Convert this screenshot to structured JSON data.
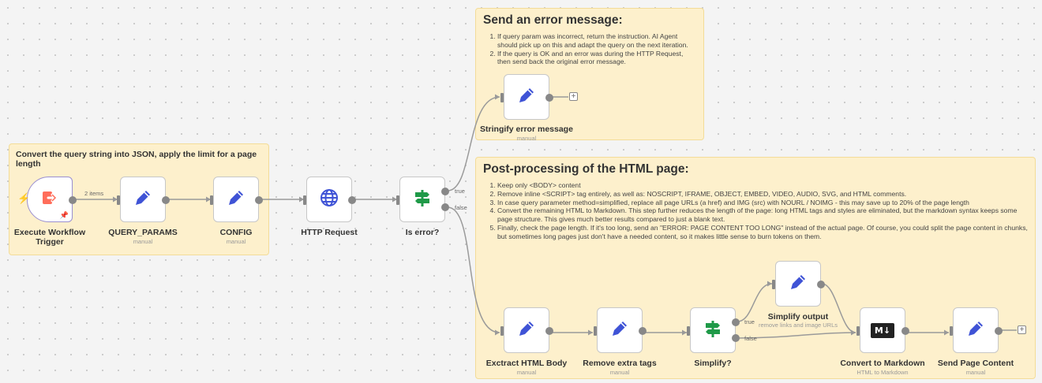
{
  "colors": {
    "sticky_bg": "#fdf0cc",
    "pen_icon": "#3f53d6",
    "if_icon": "#1f9a48",
    "trigger_icon": "#ff6d5a",
    "globe_icon": "#3f53d6"
  },
  "notes": {
    "convert": {
      "title": "Convert the query string into JSON, apply the limit for a page length"
    },
    "error": {
      "title": "Send an error message:",
      "items": [
        "If query param was incorrect, return the instruction. AI Agent should pick up on this and adapt the query on the next iteration.",
        "If the query is OK and an error was during the HTTP Request, then send back the original error message."
      ]
    },
    "post": {
      "title": "Post-processing of the HTML page:",
      "items": [
        "Keep only <BODY> content",
        "Remove inline <SCRIPT> tag entirely, as well as: NOSCRIPT, IFRAME, OBJECT, EMBED, VIDEO, AUDIO, SVG, and HTML comments.",
        "In case query parameter method=simplified, replace all page URLs (a href) and IMG (src) with NOURL / NOIMG - this may save up to 20% of the page length",
        "Convert the remaining HTML to Markdown. This step further reduces the length of the page: long HTML tags and styles are eliminated, but the markdown syntax keeps some page structure. This gives much better results compared to just a blank text.",
        "Finally, check the page length. If it's too long, send an \"ERROR: PAGE CONTENT TOO LONG\" instead of the actual page. Of course, you could split the page content in chunks, but sometimes long pages just don't have a needed content, so it makes little sense to burn tokens on them."
      ]
    }
  },
  "nodes": {
    "trigger": {
      "label": "Execute Workflow Trigger",
      "icon": "sign-in-icon"
    },
    "query_params": {
      "label": "QUERY_PARAMS",
      "sub": "manual",
      "icon": "pen-icon"
    },
    "config": {
      "label": "CONFIG",
      "sub": "manual",
      "icon": "pen-icon"
    },
    "http": {
      "label": "HTTP Request",
      "icon": "globe-icon"
    },
    "is_error": {
      "label": "Is error?",
      "icon": "signpost-icon"
    },
    "stringify": {
      "label": "Stringify error message",
      "sub": "manual",
      "icon": "pen-icon"
    },
    "extract": {
      "label": "Exctract HTML Body",
      "sub": "manual",
      "icon": "pen-icon"
    },
    "remove": {
      "label": "Remove extra tags",
      "sub": "manual",
      "icon": "pen-icon"
    },
    "simplify_q": {
      "label": "Simplify?",
      "icon": "signpost-icon"
    },
    "simplify_out": {
      "label": "Simplify output",
      "sub": "remove links and image URLs",
      "icon": "pen-icon"
    },
    "to_md": {
      "label": "Convert to Markdown",
      "sub": "HTML to Markdown",
      "icon": "M↓"
    },
    "send": {
      "label": "Send Page Content",
      "sub": "manual",
      "icon": "pen-icon"
    }
  },
  "edges": {
    "items_label": "2 items",
    "true_label": "true",
    "false_label": "false"
  },
  "buttons": {
    "add": "+"
  }
}
